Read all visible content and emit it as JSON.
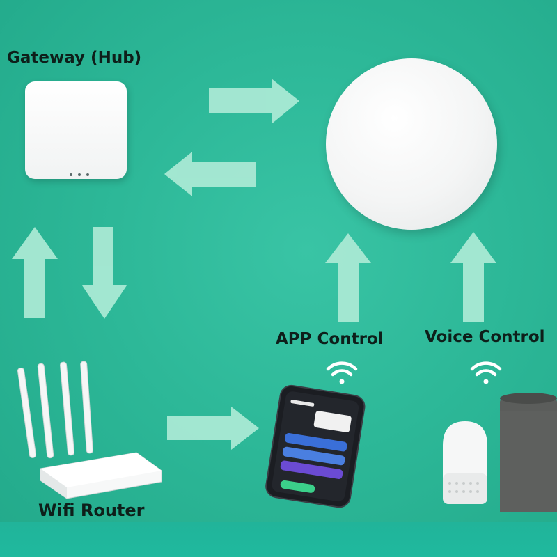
{
  "labels": {
    "gateway": "Gateway (Hub)",
    "app_control": "APP Control",
    "voice_control": "Voice Control",
    "wifi_router": "Wifi Router"
  },
  "colors": {
    "background": "#2bb597",
    "arrow": "#a9e9d4",
    "text": "#0e1f1a",
    "device_white": "#f4f5f5",
    "phone_dark": "#1b1d22",
    "speaker_gray": "#5b5d5b"
  }
}
